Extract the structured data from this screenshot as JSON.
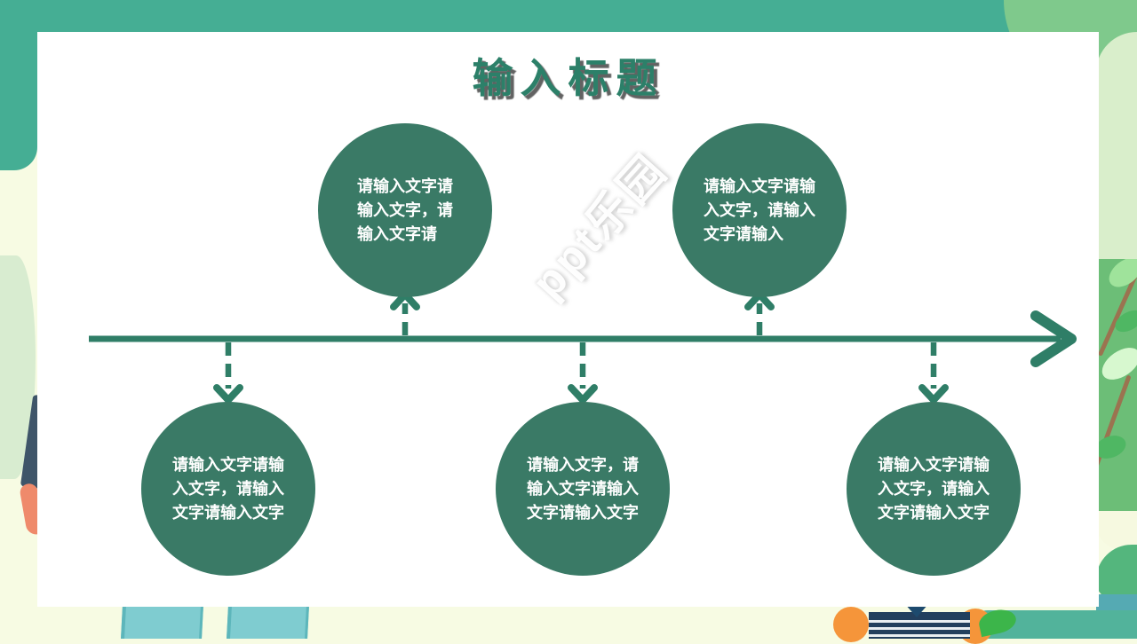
{
  "slide": {
    "title": "输入标题",
    "watermark": "ppt乐园"
  },
  "palette": {
    "title_green": "#2c8069",
    "circle_green": "#3a7a66",
    "timeline_green": "#2f7e67",
    "bg_teal": "#45ae94",
    "bg_yellow_green": "#7fc98c",
    "bg_light_green": "#d9eecb",
    "bg_pale_yellow": "#f7fbe3",
    "card_white": "#ffffff",
    "node_text_white": "#ffffff"
  },
  "timeline": {
    "circles": [
      {
        "id": "top-1",
        "lines": [
          "请输入文字请",
          "输入文字，请",
          "输入文字请"
        ]
      },
      {
        "id": "top-2",
        "lines": [
          "请输入文字请输",
          "入文字，请输入",
          "文字请输入"
        ]
      },
      {
        "id": "bottom-1",
        "lines": [
          "请输入文字请输",
          "入文字，请输入",
          "文字请输入文字"
        ]
      },
      {
        "id": "bottom-2",
        "lines": [
          "请输入文字，请",
          "输入文字请输入",
          "文字请输入文字"
        ]
      },
      {
        "id": "bottom-3",
        "lines": [
          "请输入文字请输",
          "入文字，请输入",
          "文字请输入文字"
        ]
      }
    ]
  }
}
